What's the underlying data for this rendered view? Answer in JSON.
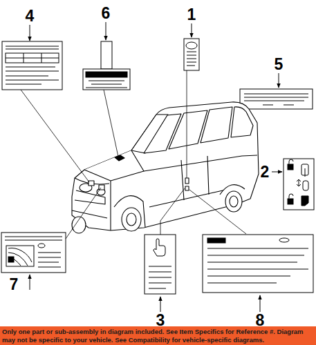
{
  "diagram": {
    "labels": [
      "1",
      "2",
      "3",
      "4",
      "5",
      "6",
      "7",
      "8",
      "Only one part or sub-assembly in diagram included. See Item Specifics for Reference #. Diagram may not be specific to your vehicle. See Compatibility for vehicle-specific diagrams."
    ]
  }
}
